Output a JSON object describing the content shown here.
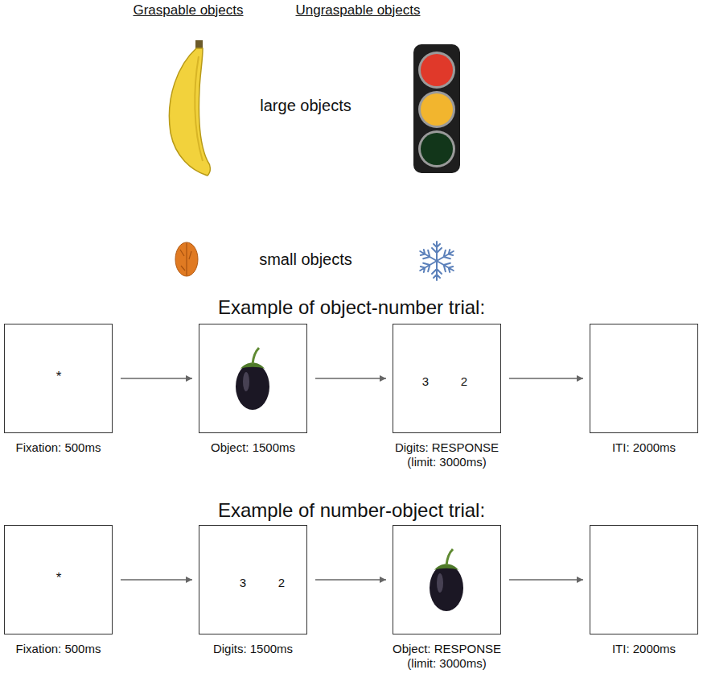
{
  "diagram": {
    "nodes": [
      {
        "text": [
          "*",
          "Fixation: 500ms"
        ]
      },
      {
        "text": [
          "Object: 1500ms"
        ]
      },
      {
        "text": [
          "3",
          "2",
          "Digits: RESPONSE (limit: 3000ms)"
        ]
      },
      {
        "text": [
          "ITI: 2000ms"
        ]
      },
      {
        "text": [
          "*",
          "Fixation: 500ms"
        ]
      },
      {
        "text": [
          "3",
          "2",
          "Digits: 1500ms"
        ]
      },
      {
        "text": [
          "Object: RESPONSE (limit: 3000ms)"
        ]
      },
      {
        "text": [
          "ITI: 2000ms"
        ]
      }
    ],
    "edges": [
      {
        "from": 0,
        "to": 1,
        "arrow": "to"
      },
      {
        "from": 1,
        "to": 2,
        "arrow": "to"
      },
      {
        "from": 2,
        "to": 3,
        "arrow": "to"
      },
      {
        "from": 4,
        "to": 5,
        "arrow": "to"
      },
      {
        "from": 5,
        "to": 6,
        "arrow": "to"
      },
      {
        "from": 6,
        "to": 7,
        "arrow": "to"
      }
    ],
    "labels": [
      "Graspable objects",
      "Ungraspable objects",
      "large objects",
      "small objects",
      "Example of object-number trial:",
      "Example of number-object trial:"
    ]
  }
}
